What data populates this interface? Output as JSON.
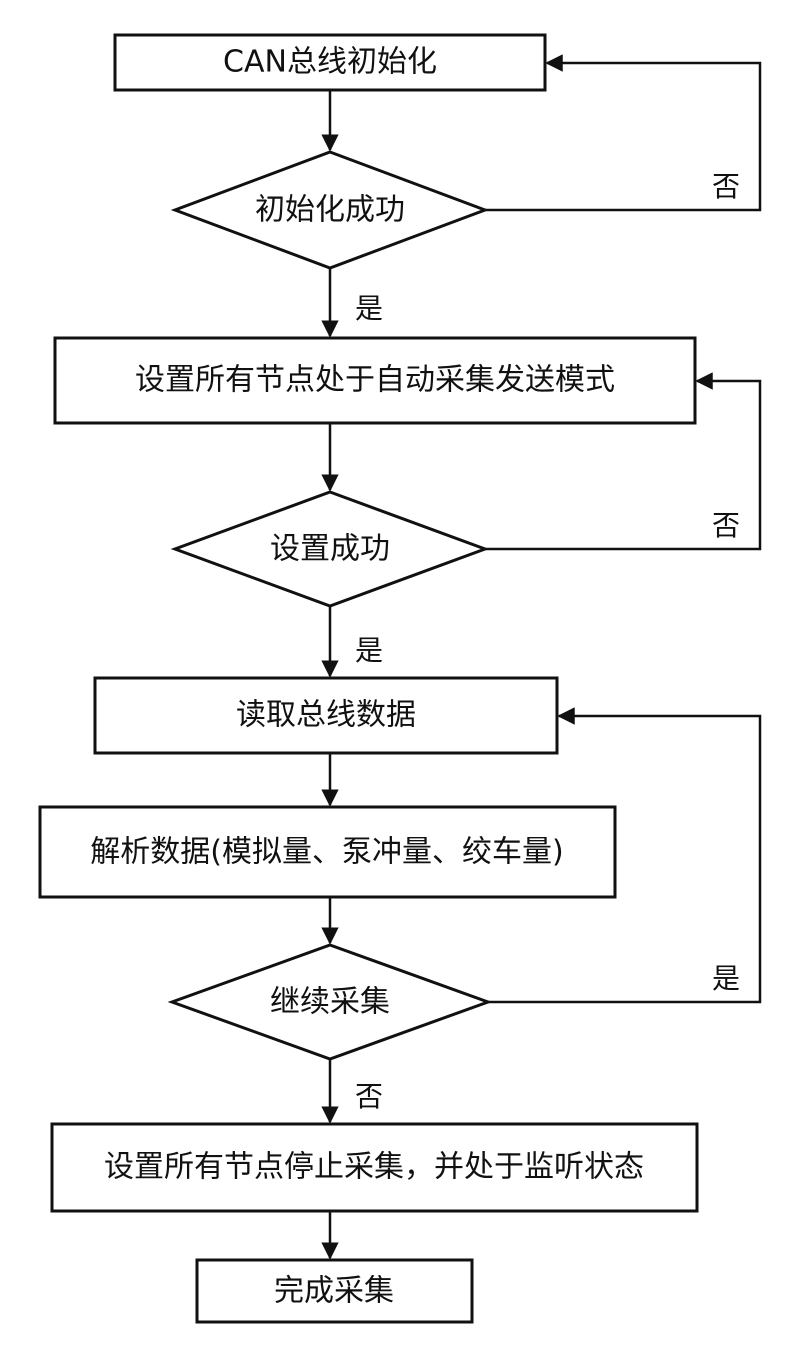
{
  "nodes": {
    "can_init": "CAN总线初始化",
    "init_ok": "初始化成功",
    "set_auto": "设置所有节点处于自动采集发送模式",
    "set_ok": "设置成功",
    "read_bus": "读取总线数据",
    "parse": "解析数据(模拟量、泵冲量、绞车量)",
    "continue": "继续采集",
    "stop_all": "设置所有节点停止采集，并处于监听状态",
    "done": "完成采集"
  },
  "edges": {
    "init_ok_yes": "是",
    "init_ok_no": "否",
    "set_ok_yes": "是",
    "set_ok_no": "否",
    "continue_yes": "是",
    "continue_no": "否"
  },
  "colors": {
    "line": "#111111",
    "fill": "#ffffff"
  }
}
